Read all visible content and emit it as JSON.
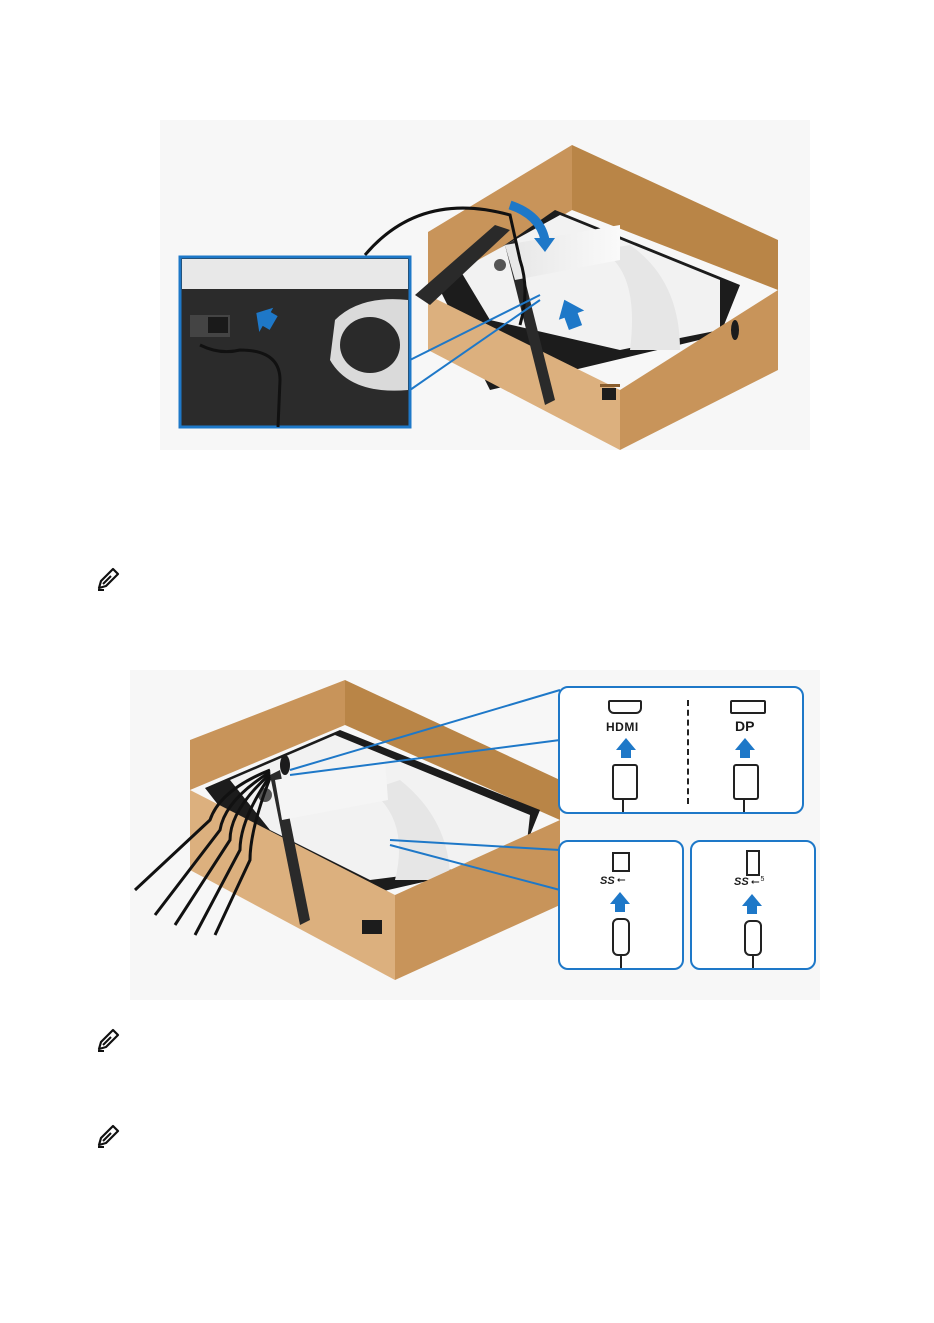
{
  "colors": {
    "box": "#c8945a",
    "box_light": "#dcb07e",
    "box_dark": "#8a5e2e",
    "box_inner": "#1c1c1c",
    "accent_blue": "#1e78c8",
    "monitor": "#f2f2f2",
    "stand": "#2a2a2a",
    "cable": "#111111"
  },
  "icons": {
    "note": "pencil-note-icon",
    "arrow": "blue-up-arrow-icon"
  },
  "figure2": {
    "ports": {
      "hdmi_label": "HDMI",
      "dp_label": "DP",
      "usb_up_label": "SS",
      "usb_down_label": "SS",
      "usb_down_sup": "5"
    }
  }
}
